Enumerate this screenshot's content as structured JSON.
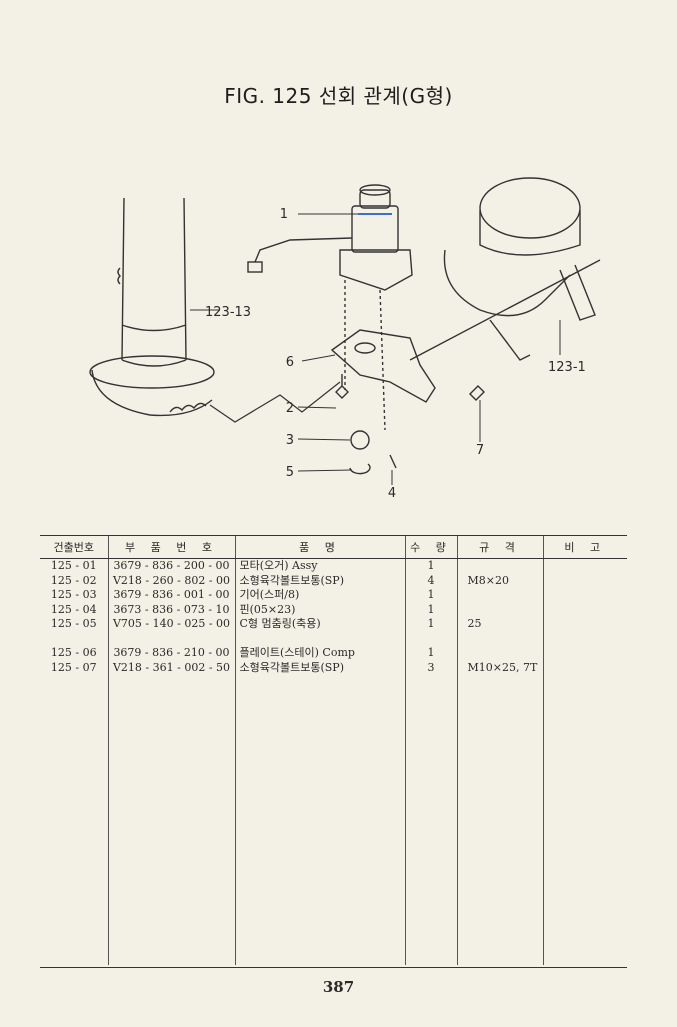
{
  "figure": {
    "title": "FIG. 125 선회 관계(G형)",
    "callouts": [
      "1",
      "123-13",
      "6",
      "2",
      "3",
      "5",
      "4",
      "7",
      "123-1"
    ]
  },
  "table": {
    "headers": [
      "건출번호",
      "부 품 번 호",
      "품 명",
      "수 량",
      "규 격",
      "비 고"
    ],
    "rows": [
      {
        "no": "125 - 01",
        "part": "3679 - 836 - 200 - 00",
        "name": "모타(오거) Assy",
        "qty": "1",
        "spec": "",
        "note": ""
      },
      {
        "no": "125 - 02",
        "part": "V218 - 260 - 802 - 00",
        "name": "소형육각볼트보통(SP)",
        "qty": "4",
        "spec": "M8×20",
        "note": ""
      },
      {
        "no": "125 - 03",
        "part": "3679 - 836 - 001 - 00",
        "name": "기어(스퍼/8)",
        "qty": "1",
        "spec": "",
        "note": ""
      },
      {
        "no": "125 - 04",
        "part": "3673 - 836 - 073 - 10",
        "name": "핀(05×23)",
        "qty": "1",
        "spec": "",
        "note": ""
      },
      {
        "no": "125 - 05",
        "part": "V705 - 140 - 025 - 00",
        "name": "C형 멈춤링(축용)",
        "qty": "1",
        "spec": "25",
        "note": ""
      },
      {
        "no": "",
        "part": "",
        "name": "",
        "qty": "",
        "spec": "",
        "note": ""
      },
      {
        "no": "125 - 06",
        "part": "3679 - 836 - 210 - 00",
        "name": "플레이트(스테이) Comp",
        "qty": "1",
        "spec": "",
        "note": ""
      },
      {
        "no": "125 - 07",
        "part": "V218 - 361 - 002 - 50",
        "name": "소형육각볼트보통(SP)",
        "qty": "3",
        "spec": "M10×25, 7T",
        "note": ""
      }
    ]
  },
  "page_number": "387"
}
